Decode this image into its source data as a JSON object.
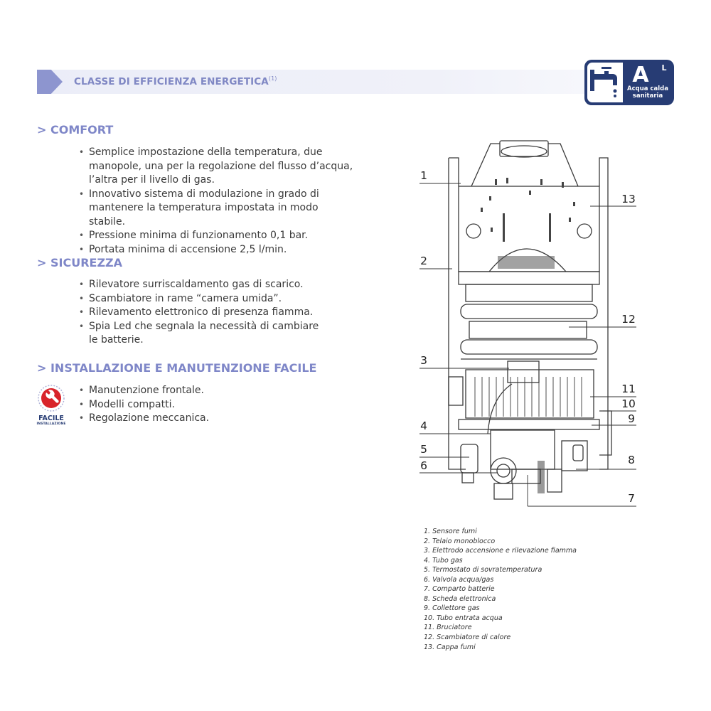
{
  "header": {
    "title": "CLASSE DI EFFICIENZA ENERGETICA",
    "title_note": "(1)",
    "energy_badge": {
      "grade": "A",
      "size_profile": "L",
      "label_line1": "Acqua calda",
      "label_line2": "sanitaria",
      "icon": "tap-icon",
      "color": "#273c74"
    }
  },
  "sections": {
    "comfort": {
      "title": "> COMFORT",
      "items": [
        "Semplice impostazione della temperatura, due manopole, una per la regolazione del flusso d’acqua, l’altra per il livello di gas.",
        "Innovativo sistema di modulazione in grado di mantenere la temperatura impostata in modo stabile.",
        "Pressione minima di funzionamento 0,1 bar.",
        "Portata minima di accensione 2,5 l/min."
      ]
    },
    "sicurezza": {
      "title": "> SICUREZZA",
      "items": [
        "Rilevatore surriscaldamento gas di scarico.",
        "Scambiatore in rame “camera umida”.",
        "Rilevamento elettronico di presenza fiamma.",
        "Spia Led che segnala la necessità di cambiare le batterie."
      ]
    },
    "installazione": {
      "title": "> INSTALLAZIONE E MANUTENZIONE FACILE",
      "badge_title": "FACILE",
      "badge_subtitle": "INSTALLAZIONE",
      "badge_icon": "wrench-icon",
      "items": [
        "Manutenzione frontale.",
        "Modelli compatti.",
        "Regolazione meccanica."
      ]
    }
  },
  "diagram": {
    "callouts": [
      "1",
      "2",
      "3",
      "4",
      "5",
      "6",
      "7",
      "8",
      "9",
      "10",
      "11",
      "12",
      "13"
    ],
    "legend": [
      "1. Sensore fumi",
      "2. Telaio monoblocco",
      "3. Elettrodo accensione e rilevazione fiamma",
      "4. Tubo gas",
      "5. Termostato di sovratemperatura",
      "6. Valvola acqua/gas",
      "7. Comparto batterie",
      "8. Scheda elettronica",
      "9. Collettore gas",
      "10. Tubo entrata acqua",
      "11. Bruciatore",
      "12. Scambiatore di calore",
      "13. Cappa fumi"
    ]
  },
  "colors": {
    "accent": "#7f87c8",
    "banner_arrow": "#8d95cf",
    "badge_navy": "#273c74"
  }
}
